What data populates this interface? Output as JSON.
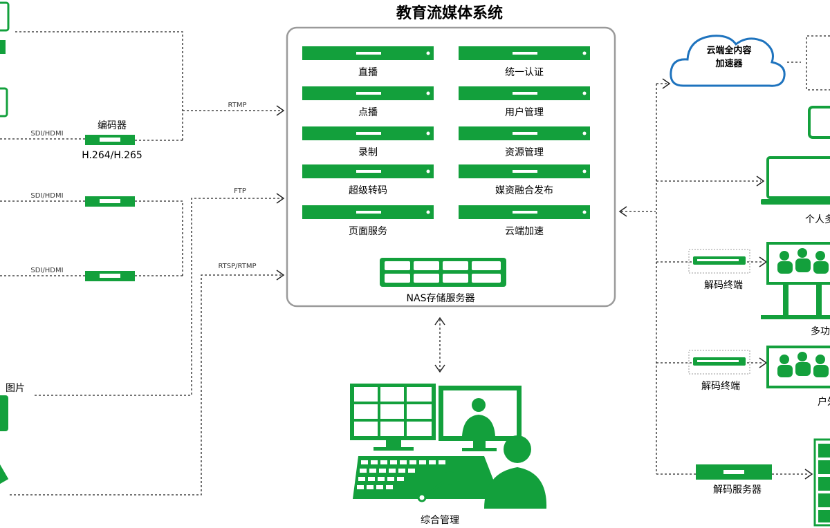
{
  "system": {
    "title": "教育流媒体系统",
    "modules": [
      {
        "label": "直播"
      },
      {
        "label": "统一认证"
      },
      {
        "label": "点播"
      },
      {
        "label": "用户管理"
      },
      {
        "label": "录制"
      },
      {
        "label": "资源管理"
      },
      {
        "label": "超级转码"
      },
      {
        "label": "媒资融合发布"
      },
      {
        "label": "页面服务"
      },
      {
        "label": "云端加速"
      }
    ],
    "storage_label": "NAS存储服务器"
  },
  "inputs": {
    "encoder_title": "编码器",
    "encoder_codec": "H.264/H.265",
    "sdi_labels": [
      "SDI/HDMI",
      "SDI/HDMI",
      "SDI/HDMI"
    ],
    "image_label": "图片"
  },
  "protocols": [
    "RTMP",
    "FTP",
    "RTSP/RTMP"
  ],
  "management": {
    "label": "综合管理"
  },
  "outputs": {
    "cloud_label_line1": "云端全内容",
    "cloud_label_line2": "加速器",
    "decoder1_label": "解码终端",
    "decoder2_label": "解码终端",
    "decode_server_label": "解码服务器",
    "partial_labels": [
      "个人多",
      "多功",
      "户外"
    ]
  },
  "colors": {
    "accent": "#13a03c",
    "line": "#222222",
    "cloud": "#1e73be",
    "border": "#9a9a9a"
  }
}
